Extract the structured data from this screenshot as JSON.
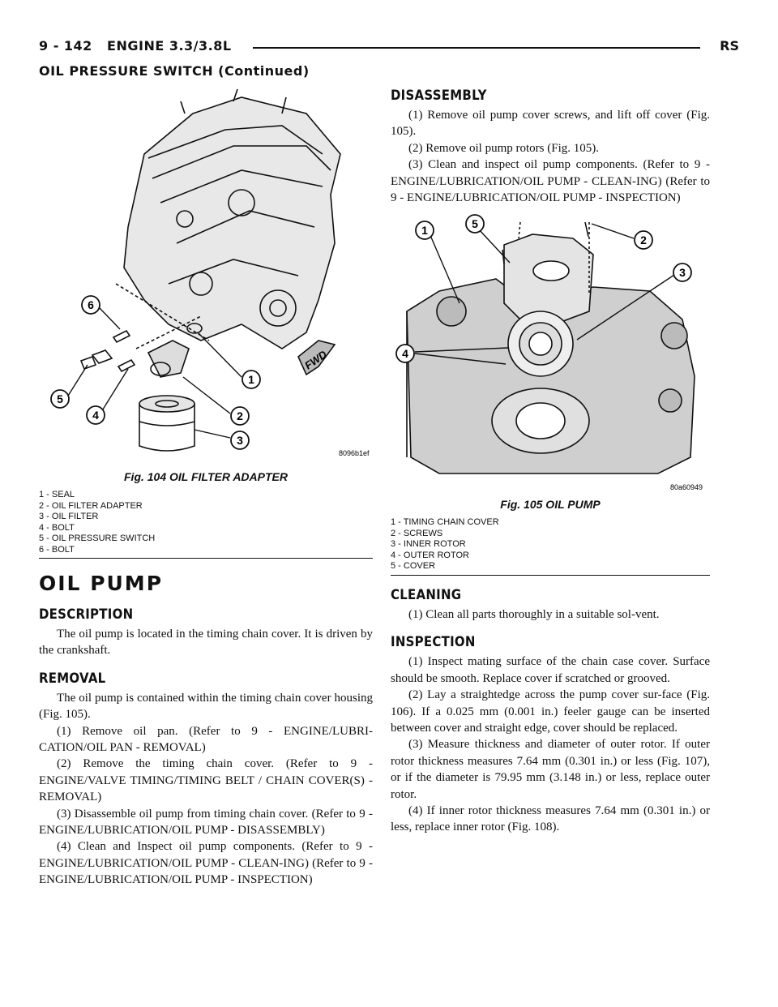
{
  "header": {
    "page_ref": "9 - 142",
    "section": "ENGINE 3.3/3.8L",
    "code": "RS",
    "continued": "OIL PRESSURE SWITCH (Continued)"
  },
  "fig104": {
    "code": "8096b1ef",
    "title": "Fig. 104 OIL FILTER ADAPTER",
    "callouts": [
      "1",
      "2",
      "3",
      "4",
      "5",
      "6"
    ],
    "fwd": "FWD",
    "legend": [
      "1 - SEAL",
      "2 - OIL FILTER ADAPTER",
      "3 - OIL FILTER",
      "4 - BOLT",
      "5 - OIL PRESSURE SWITCH",
      "6 - BOLT"
    ]
  },
  "oil_pump": {
    "heading": "OIL PUMP",
    "description": {
      "heading": "DESCRIPTION",
      "paras": [
        "The oil pump is located in the timing chain cover. It is driven by the crankshaft."
      ]
    },
    "removal": {
      "heading": "REMOVAL",
      "paras": [
        "The oil pump is contained within the timing chain cover housing (Fig. 105).",
        "(1) Remove oil pan. (Refer to 9 - ENGINE/LUBRI-CATION/OIL PAN - REMOVAL)",
        "(2) Remove the timing chain cover. (Refer to 9 - ENGINE/VALVE TIMING/TIMING BELT / CHAIN COVER(S) - REMOVAL)",
        "(3) Disassemble oil pump from timing chain cover. (Refer to 9 - ENGINE/LUBRICATION/OIL PUMP - DISASSEMBLY)",
        "(4) Clean and Inspect oil pump components. (Refer to 9 - ENGINE/LUBRICATION/OIL PUMP - CLEAN-ING) (Refer to 9 - ENGINE/LUBRICATION/OIL PUMP - INSPECTION)"
      ]
    }
  },
  "disassembly": {
    "heading": "DISASSEMBLY",
    "paras": [
      "(1) Remove oil pump cover screws, and lift off cover (Fig. 105).",
      "(2) Remove oil pump rotors (Fig. 105).",
      "(3) Clean and inspect oil pump components. (Refer to 9 - ENGINE/LUBRICATION/OIL PUMP - CLEAN-ING) (Refer to 9 - ENGINE/LUBRICATION/OIL PUMP - INSPECTION)"
    ]
  },
  "fig105": {
    "code": "80a60949",
    "title": "Fig. 105 OIL PUMP",
    "callouts": [
      "1",
      "2",
      "3",
      "4",
      "5"
    ],
    "legend": [
      "1 - TIMING CHAIN COVER",
      "2 - SCREWS",
      "3 - INNER ROTOR",
      "4 - OUTER ROTOR",
      "5 - COVER"
    ]
  },
  "cleaning": {
    "heading": "CLEANING",
    "paras": [
      "(1) Clean all parts thoroughly in a suitable sol-vent."
    ]
  },
  "inspection": {
    "heading": "INSPECTION",
    "paras": [
      "(1) Inspect mating surface of the chain case cover. Surface should be smooth. Replace cover if scratched or grooved.",
      "(2) Lay a straightedge across the pump cover sur-face (Fig. 106). If a 0.025 mm (0.001 in.) feeler gauge can be inserted between cover and straight edge, cover should be replaced.",
      "(3) Measure thickness and diameter of outer rotor. If outer rotor thickness measures 7.64 mm (0.301 in.) or less (Fig. 107), or if the diameter is 79.95 mm (3.148 in.) or less, replace outer rotor.",
      "(4) If inner rotor thickness measures 7.64 mm (0.301 in.) or less, replace inner rotor (Fig. 108)."
    ]
  }
}
